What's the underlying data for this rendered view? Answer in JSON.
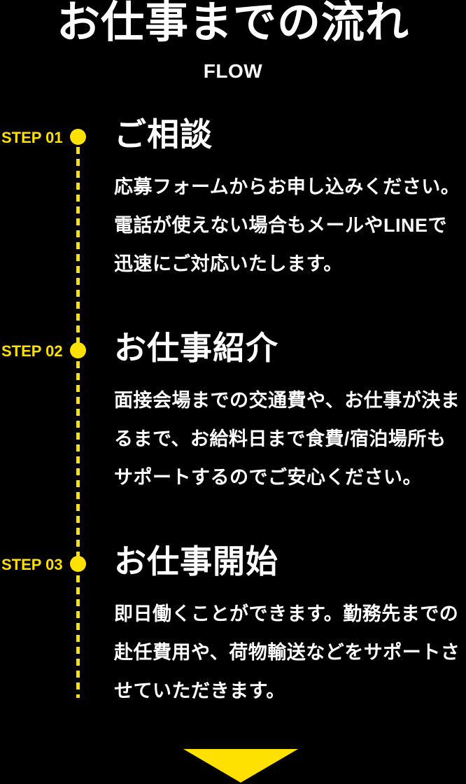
{
  "page": {
    "title": "お仕事までの流れ",
    "subtitle": "FLOW"
  },
  "colors": {
    "background": "#000000",
    "accent_yellow": "#ffe100",
    "text_white": "#ffffff"
  },
  "steps": [
    {
      "label": "STEP 01",
      "heading": "ご相談",
      "description": "応募フォームからお申し込みください。電話が使えない場合もメールやLINEで迅速にご対応いたします。"
    },
    {
      "label": "STEP 02",
      "heading": "お仕事紹介",
      "description": "面接会場までの交通費や、お仕事が決まるまで、お給料日まで食費/宿泊場所もサポートするのでご安心ください。"
    },
    {
      "label": "STEP 03",
      "heading": "お仕事開始",
      "description": "即日働くことができます。勤務先までの赴任費用や、荷物輸送などをサポートさせていただきます。"
    }
  ],
  "footer": {
    "arrow_icon": "down-triangle"
  }
}
